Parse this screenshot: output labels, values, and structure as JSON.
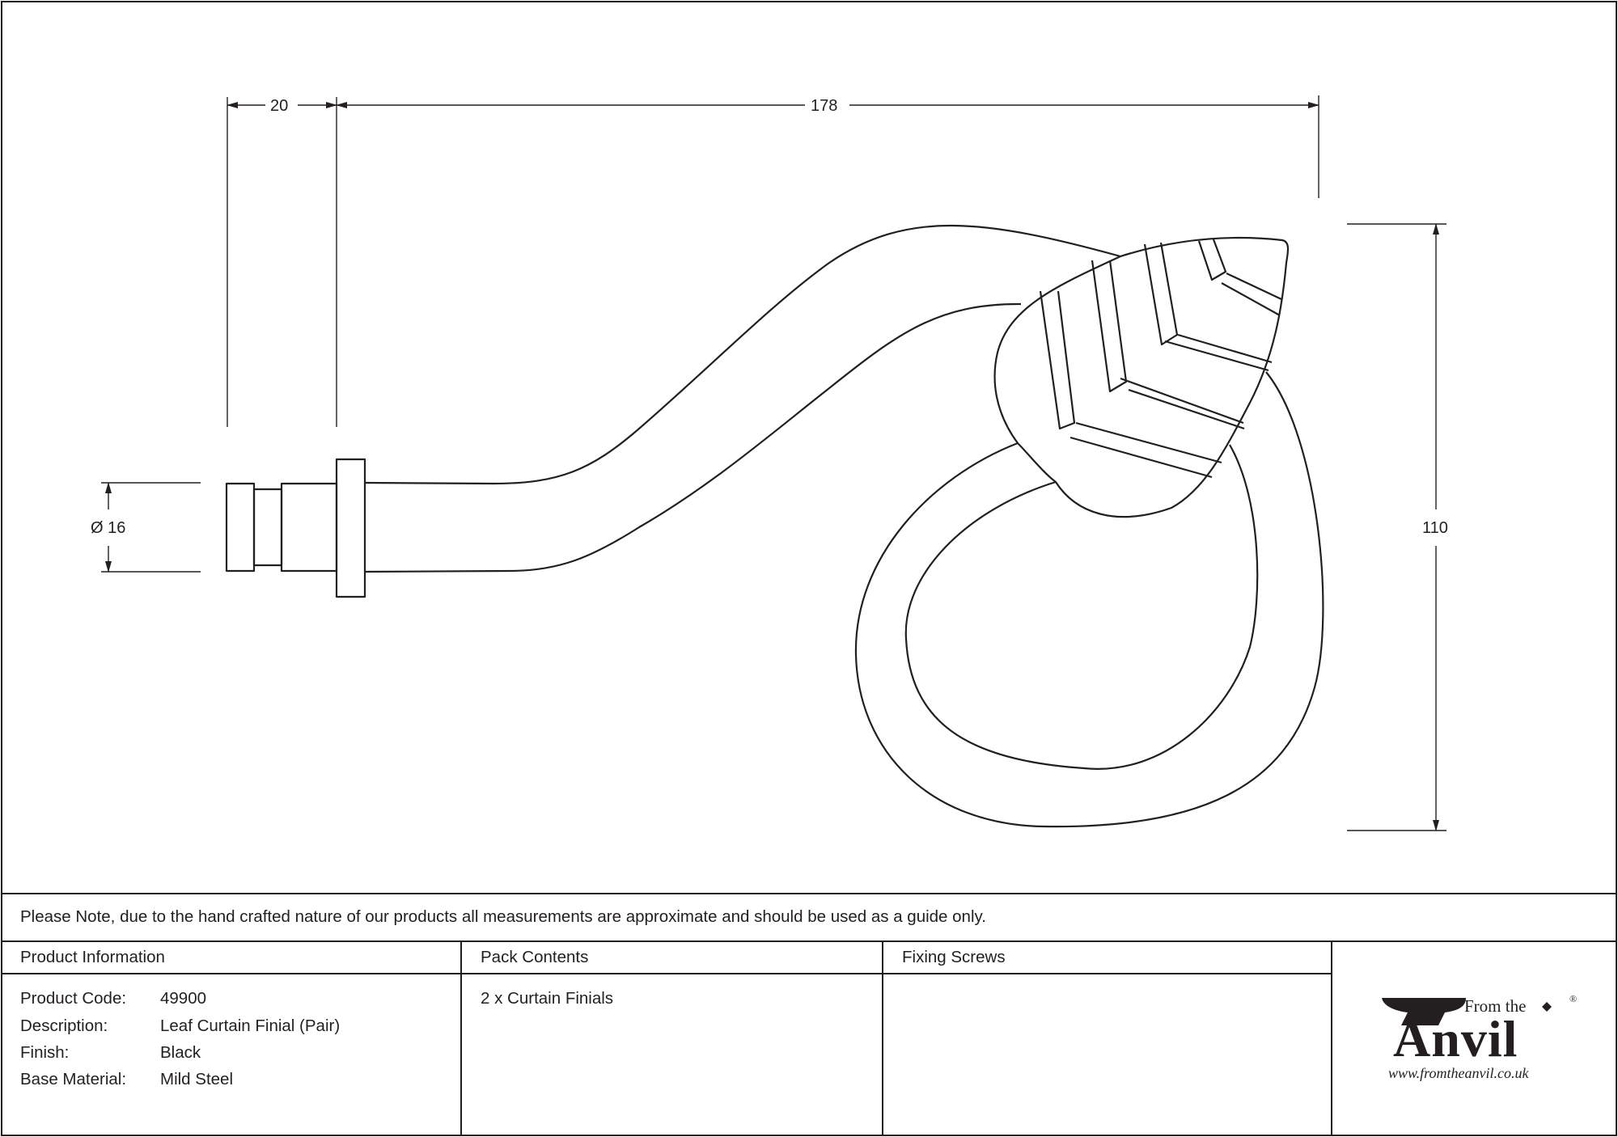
{
  "dimensions": {
    "shank_length": "20",
    "overall_length": "178",
    "diameter": "Ø 16",
    "height": "110"
  },
  "note": "Please Note, due to the hand crafted nature of our products all measurements are approximate and should be used as a guide only.",
  "product_info": {
    "header": "Product Information",
    "rows": [
      {
        "label": "Product Code:",
        "value": "49900"
      },
      {
        "label": "Description:",
        "value": "Leaf Curtain Finial (Pair)"
      },
      {
        "label": "Finish:",
        "value": "Black"
      },
      {
        "label": "Base Material:",
        "value": "Mild Steel"
      }
    ]
  },
  "pack_contents": {
    "header": "Pack Contents",
    "items": [
      "2 x Curtain Finials"
    ]
  },
  "fixing_screws": {
    "header": "Fixing Screws",
    "items": []
  },
  "logo": {
    "from_the": "From the",
    "word": "Anvil",
    "registered": "®",
    "url": "www.fromtheanvil.co.uk"
  },
  "colors": {
    "line": "#231f20",
    "background": "#ffffff"
  }
}
